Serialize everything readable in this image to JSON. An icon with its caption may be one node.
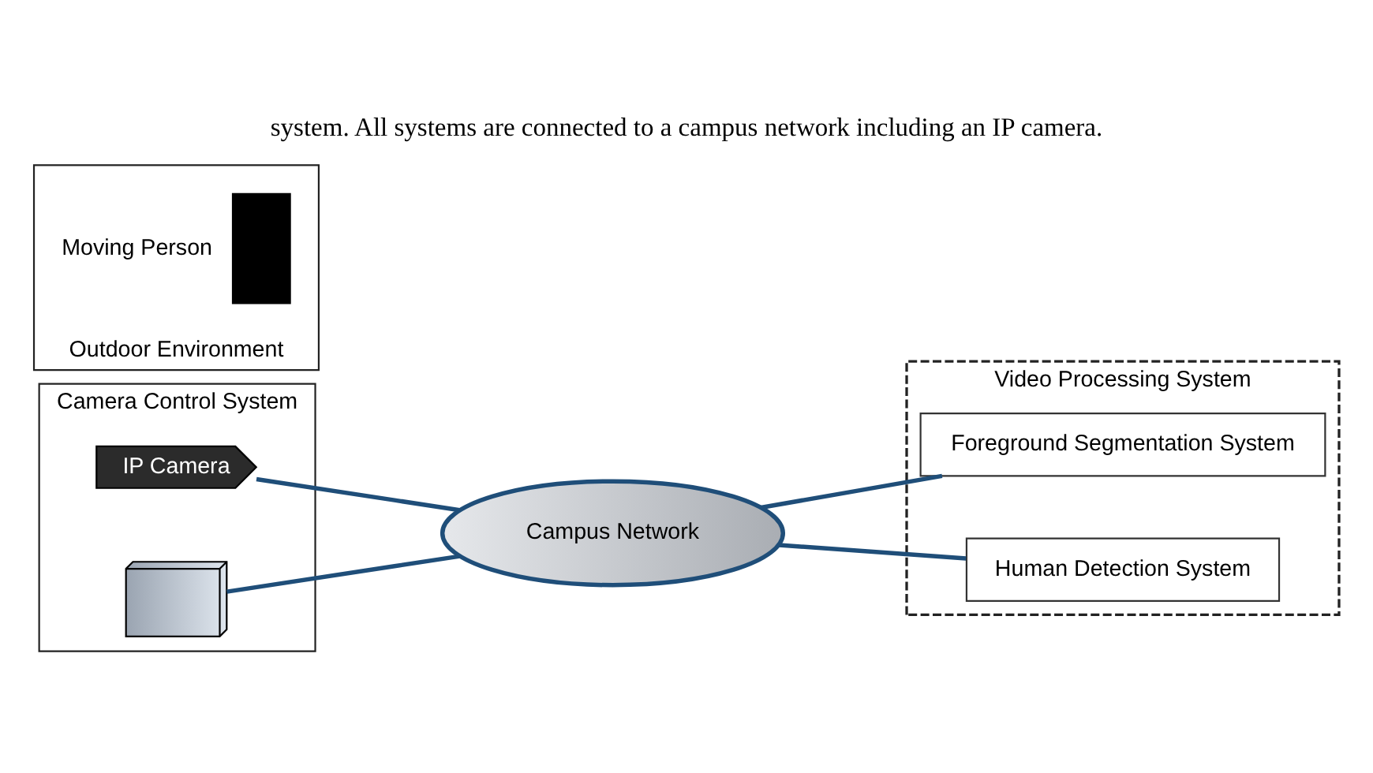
{
  "diagram": {
    "caption": "system. All systems are connected to a campus network including an IP camera.",
    "nodes": [
      {
        "text": [
          "Camera Control System"
        ]
      },
      {
        "text": [
          "IP Camera"
        ],
        "in": 0
      },
      {
        "text": [],
        "shape": "picture",
        "in": 0
      },
      {
        "text": [
          "Video Processing System"
        ]
      },
      {
        "text": [
          "Foreground Segmentation System"
        ],
        "in": 3
      },
      {
        "text": [
          "Human Detection System"
        ],
        "in": 3
      },
      {
        "text": [
          "Outdoor Environment"
        ]
      },
      {
        "text": [],
        "shape": "person",
        "in": 6,
        "beside": [
          "Moving Person"
        ]
      },
      {
        "text": [
          "Campus Network"
        ]
      }
    ],
    "edges": [
      {
        "from": 1,
        "to": 8,
        "arrow": "none"
      },
      {
        "from": 2,
        "to": 8,
        "arrow": "none"
      },
      {
        "from": 8,
        "to": 4,
        "arrow": "none"
      },
      {
        "from": 8,
        "to": 5,
        "arrow": "none"
      }
    ]
  }
}
